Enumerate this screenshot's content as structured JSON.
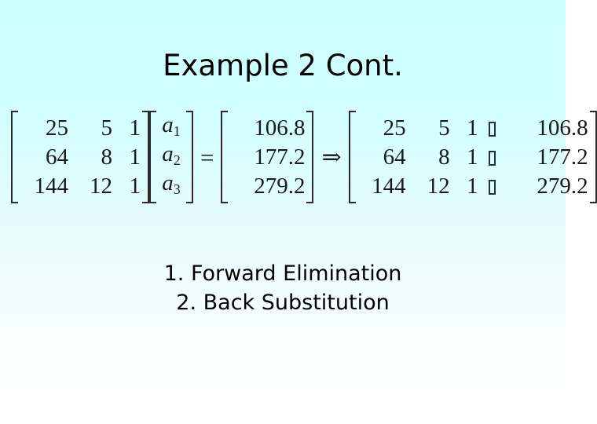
{
  "slide": {
    "title": "Example 2 Cont.",
    "background": {
      "top_color": "#CCFFFF",
      "bottom_color": "#FFFFFF"
    },
    "text_color": "#000000"
  },
  "equation": {
    "coefficient_matrix": {
      "rows": [
        [
          "25",
          "5",
          "1"
        ],
        [
          "64",
          "8",
          "1"
        ],
        [
          "144",
          "12",
          "1"
        ]
      ]
    },
    "unknown_vector": {
      "base": [
        "a",
        "a",
        "a"
      ],
      "subscripts": [
        "1",
        "2",
        "3"
      ]
    },
    "equals_sign": "=",
    "rhs_vector": {
      "values": [
        "106.8",
        "177.2",
        "279.2"
      ]
    },
    "implies_sign": "⇒",
    "augmented_matrix": {
      "separator_glyph": "missing-glyph-box",
      "rows": [
        [
          "25",
          "5",
          "1",
          "106.8"
        ],
        [
          "64",
          "8",
          "1",
          "177.2"
        ],
        [
          "144",
          "12",
          "1",
          "279.2"
        ]
      ]
    }
  },
  "steps": {
    "items": [
      "1. Forward Elimination",
      "2. Back Substitution"
    ]
  }
}
